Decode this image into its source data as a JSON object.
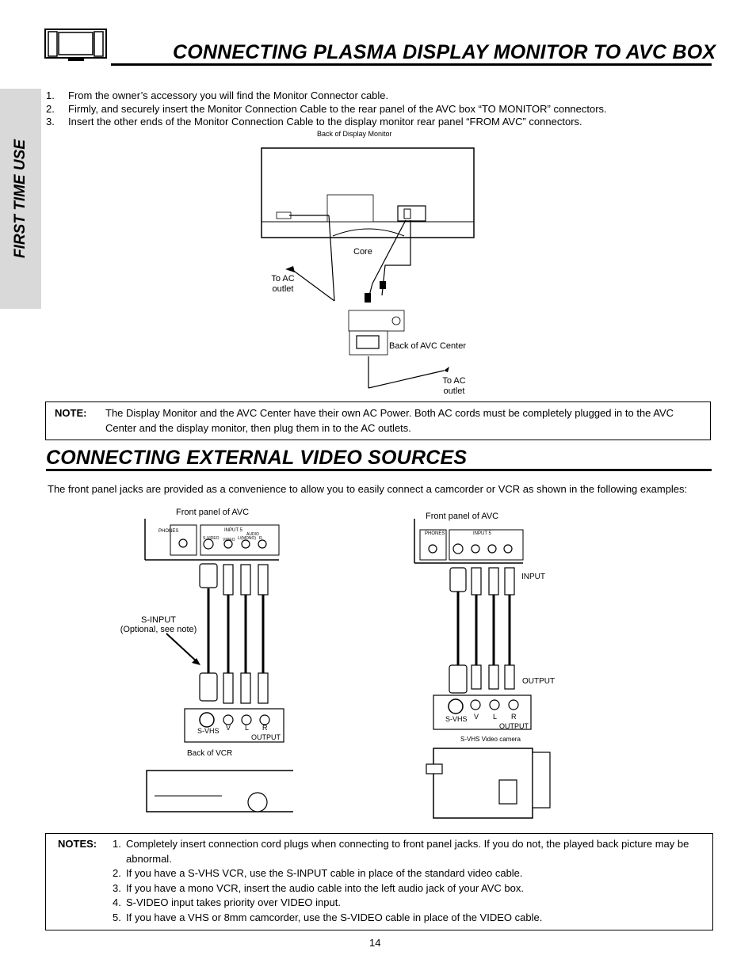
{
  "header": {
    "title": "CONNECTING PLASMA DISPLAY MONITOR TO AVC BOX"
  },
  "sidebar": {
    "label": "FIRST TIME USE"
  },
  "steps": [
    {
      "num": "1.",
      "text": "From the owner’s accessory you will find the Monitor Connector cable."
    },
    {
      "num": "2.",
      "text": "Firmly, and securely insert the Monitor Connection Cable to the rear panel of the AVC box “TO MONITOR” connectors."
    },
    {
      "num": "3.",
      "text": "Insert the other ends of the Monitor Connection Cable to the display monitor rear panel “FROM AVC” connectors."
    }
  ],
  "diagram1": {
    "monitor_label": "Back of Display Monitor",
    "core_label": "Core",
    "ac_outlet_left": [
      "To AC",
      "outlet"
    ],
    "avc_label": "Back of AVC Center",
    "ac_outlet_bottom": [
      "To AC",
      "outlet"
    ]
  },
  "note1": {
    "label": "NOTE:",
    "text": "The Display Monitor and the AVC Center have their own AC Power.  Both AC cords must be completely plugged in to the AVC Center and the display monitor, then plug them in to the AC outlets."
  },
  "section2": {
    "title": "CONNECTING EXTERNAL VIDEO SOURCES",
    "intro": "The front panel jacks are provided as a convenience to allow you to easily connect a camcorder or VCR as shown in the following examples:"
  },
  "diagram2": {
    "front_panel_label": "Front panel of AVC",
    "panel_phones": "PHONES",
    "panel_input": "INPUT 5",
    "panel_svideo": "S-VIDEO",
    "panel_video": "VIDEO",
    "panel_lmono": "L/(MONO)",
    "panel_r": "R",
    "panel_audio": "AUDIO",
    "s_input": [
      "S-INPUT",
      "(Optional, see note)"
    ],
    "svhs": "S-VHS",
    "v": "V",
    "l": "L",
    "r": "R",
    "output": "OUTPUT",
    "vcr_label": "Back of VCR"
  },
  "diagram3": {
    "front_panel_label": "Front panel of AVC",
    "input_label": "INPUT",
    "output_label": "OUTPUT",
    "svhs": "S-VHS",
    "v": "V",
    "l": "L",
    "r": "R",
    "output": "OUTPUT",
    "camera_label": "S-VHS Video camera"
  },
  "notes": {
    "label": "NOTES:",
    "items": [
      {
        "num": "1.",
        "text": "Completely insert connection cord plugs when connecting to front panel jacks.  If you do not, the played back picture may be abnormal."
      },
      {
        "num": "2.",
        "text": "If you have a S-VHS VCR, use the S-INPUT cable in place of the standard video cable."
      },
      {
        "num": "3.",
        "text": "If you have a mono VCR, insert the audio cable into the left audio jack of your AVC box."
      },
      {
        "num": "4.",
        "text": "S-VIDEO input takes priority over VIDEO input."
      },
      {
        "num": "5.",
        "text": "If you have a VHS or 8mm camcorder, use the S-VIDEO cable in place of the VIDEO cable."
      }
    ]
  },
  "page_number": "14"
}
